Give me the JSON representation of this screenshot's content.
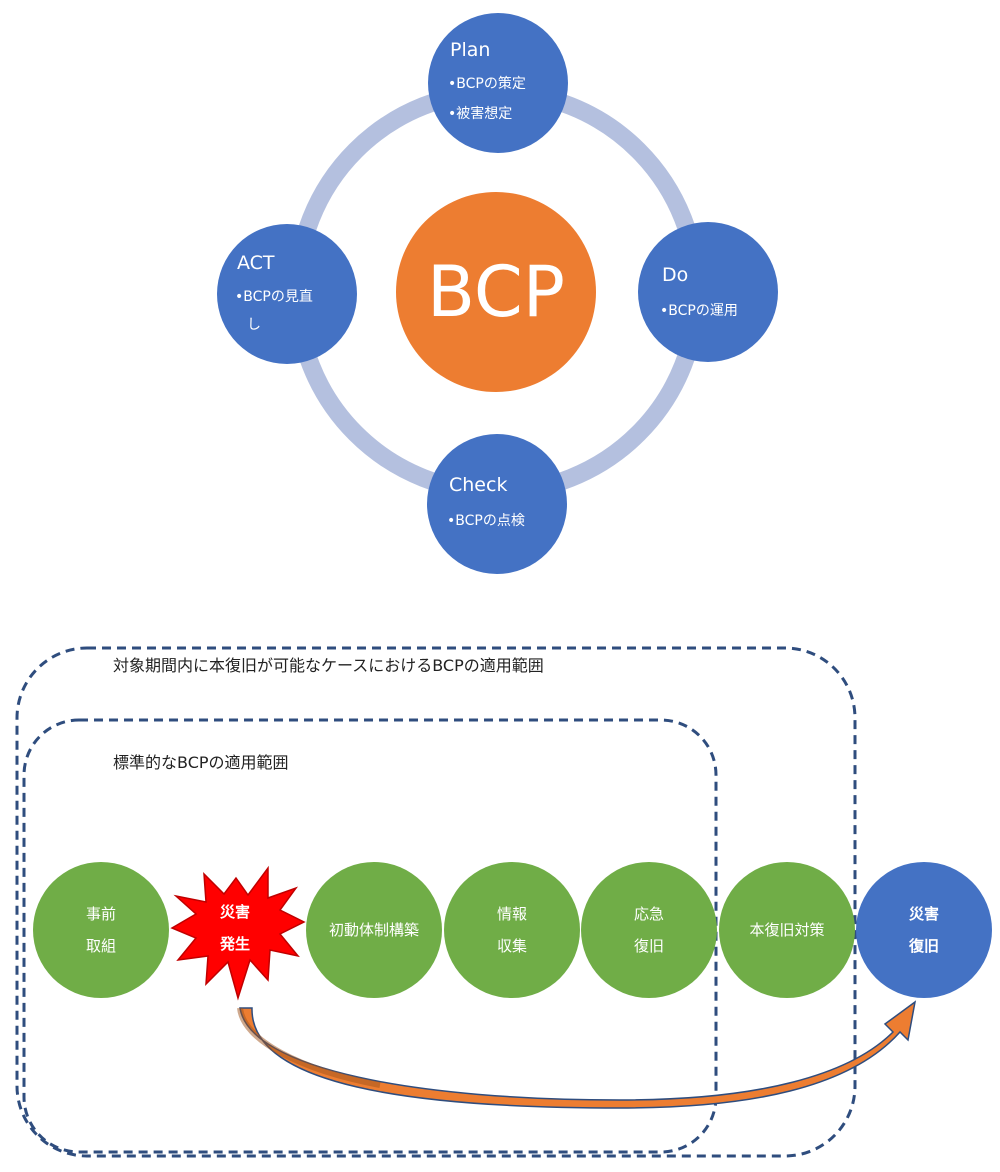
{
  "pdca": {
    "center_label": "BCP",
    "plan": {
      "title": "Plan",
      "bullets": [
        "•BCPの策定",
        "•被害想定"
      ]
    },
    "do": {
      "title": "Do",
      "bullets": [
        "•BCPの運用"
      ]
    },
    "check": {
      "title": "Check",
      "bullets": [
        "•BCPの点検"
      ]
    },
    "act": {
      "title": "ACT",
      "bullets": [
        "•BCPの見直",
        "し"
      ]
    }
  },
  "scope": {
    "outer_label": "対象期間内に本復旧が可能なケースにおけるBCPの適用範囲",
    "inner_label": "標準的なBCPの適用範囲"
  },
  "flow": {
    "pre": [
      "事前",
      "取組"
    ],
    "disaster": [
      "災害",
      "発生"
    ],
    "initial": "初動体制構築",
    "info": [
      "情報",
      "収集"
    ],
    "emergency": [
      "応急",
      "復旧"
    ],
    "main_recovery": "本復旧対策",
    "recovered": [
      "災害",
      "復旧"
    ]
  },
  "colors": {
    "pdca_node": "#4472c4",
    "center": "#ed7d31",
    "ring": "#b4c0df",
    "flow_step": "#70ad47",
    "burst": "#ff0000",
    "recovered": "#4472c4",
    "arrow": "#ed7d31",
    "scope_border": "#2f4d7e"
  }
}
